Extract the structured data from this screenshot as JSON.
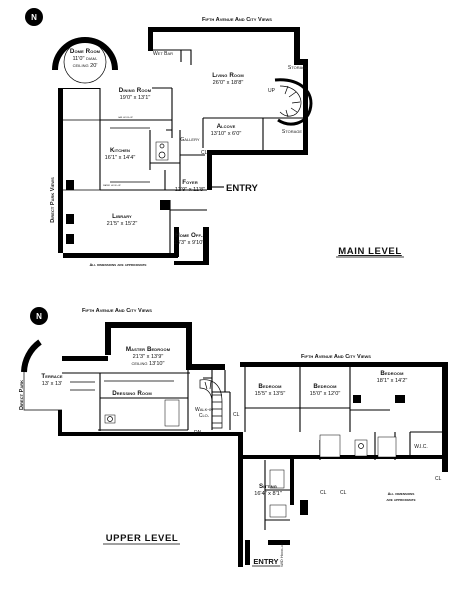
{
  "main": {
    "street_label": "Fifth Avenue And City Views",
    "side_label": "Direct Park Views",
    "level_title": "MAIN LEVEL",
    "entry_label": "ENTRY",
    "note": "All dimensions are approximate",
    "rooms": {
      "dome_name": "Dome Room",
      "dome_dims": "11'0\" diam.",
      "dome_ceiling": "ceiling 20'",
      "wet_bar": "Wet Bar",
      "dining_name": "Dining Room",
      "dining_dims": "19'0\" x 13'1\"",
      "living_name": "Living Room",
      "living_dims": "26'0\" x 18'8\"",
      "storage_top": "Storage",
      "up": "UP",
      "storage_low": "Storage",
      "gas_hookup": "gas hook-up",
      "alcove_name": "Alcove",
      "alcove_dims": "13'10\" x 6'0\"",
      "gallery": "Gallery",
      "kitchen_name": "Kitchen",
      "kitchen_dims": "16'1\" x 14'4\"",
      "cl": "CL",
      "water_hookup": "water hook-up",
      "foyer_name": "Foyer",
      "foyer_dims": "12'9\" x 11'8\"",
      "library_name": "Library",
      "library_dims": "21'5\" x 15'2\"",
      "homeoff_name": "Home Off.",
      "homeoff_dims": "13'3\" x 9'10\""
    }
  },
  "upper": {
    "street_label": "Fifth Avenue And City Views",
    "street_label_2": "Fifth Avenue And City Views",
    "side_label": "Direct Park",
    "level_title": "UPPER LEVEL",
    "entry_label": "ENTRY",
    "note_1": "All dimensions",
    "note_2": "are approximate",
    "rooms": {
      "master_name": "Master Bedroom",
      "master_dims": "21'3\" x 13'9\"",
      "master_ceiling": "ceiling 13'10\"",
      "terrace_name": "Terrace",
      "terrace_dims": "13' x 13'",
      "dressing": "Dressing Room",
      "walkin_1": "Walk-in",
      "walkin_2": "Clo.",
      "dn": "DN",
      "cl": "CL",
      "bed1_name": "Bedroom",
      "bed1_dims": "15'5\" x 13'5\"",
      "bed2_name": "Bedroom",
      "bed2_dims": "15'0\" x 12'0\"",
      "bed3_name": "Bedroom",
      "bed3_dims": "18'1\" x 14'2\"",
      "wic": "W.I.C.",
      "sitting_name": "Sitting",
      "sitting_dims": "16'4\" x 8'1\"",
      "wd_hookup": "W/D Hook-up"
    }
  },
  "compass": "N"
}
